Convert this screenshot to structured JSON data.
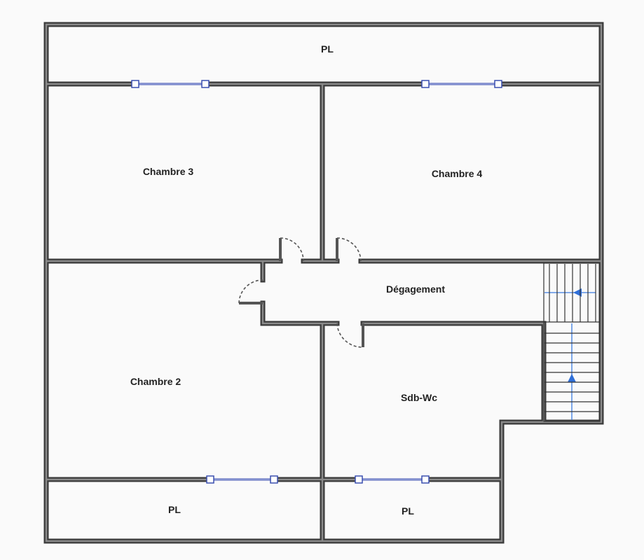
{
  "rooms": {
    "pl_top": "PL",
    "chambre3": "Chambre 3",
    "chambre4": "Chambre 4",
    "degagement": "Dégagement",
    "chambre2": "Chambre 2",
    "sdb_wc": "Sdb-Wc",
    "pl_bottom_left": "PL",
    "pl_bottom_right": "PL"
  },
  "colors": {
    "wall": "#3a3a3a",
    "window": "#3a4fb0",
    "stair_arrow": "#2f6fd8"
  }
}
